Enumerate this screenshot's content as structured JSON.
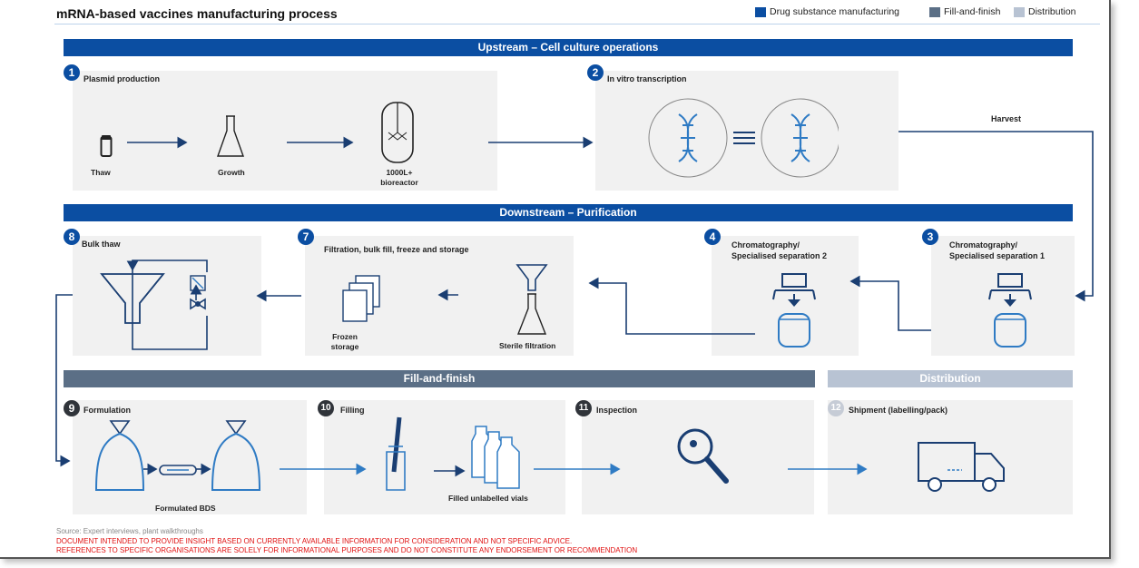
{
  "title": "mRNA-based vaccines manufacturing process",
  "legend": [
    {
      "label": "Drug substance manufacturing",
      "color": "#0b4ea2"
    },
    {
      "label": "Fill-and-finish",
      "color": "#5b6f86"
    },
    {
      "label": "Distribution",
      "color": "#b8c3d3"
    }
  ],
  "sections": {
    "upstream": "Upstream – Cell culture operations",
    "downstream": "Downstream – Purification",
    "fill_finish": "Fill-and-finish",
    "distribution": "Distribution"
  },
  "steps": {
    "s1": {
      "num": "1",
      "title": "Plasmid production",
      "items": [
        "Thaw",
        "Growth",
        "1000L+\nbioreactor"
      ]
    },
    "s2": {
      "num": "2",
      "title": "In vitro transcription"
    },
    "harvest": "Harvest",
    "s3": {
      "num": "3",
      "title": "Chromatography/\nSpecialised separation 1"
    },
    "s4": {
      "num": "4",
      "title": "Chromatography/\nSpecialised separation 2"
    },
    "s7": {
      "num": "7",
      "title": "Filtration, bulk fill, freeze and storage",
      "items": [
        "Frozen\nstorage",
        "Sterile filtration"
      ]
    },
    "s8": {
      "num": "8",
      "title": "Bulk thaw"
    },
    "s9": {
      "num": "9",
      "title": "Formulation",
      "items": [
        "Formulated BDS"
      ]
    },
    "s10": {
      "num": "10",
      "title": "Filling",
      "items": [
        "Filled unlabelled vials"
      ]
    },
    "s11": {
      "num": "11",
      "title": "Inspection"
    },
    "s12": {
      "num": "12",
      "title": "Shipment (labelling/pack)"
    }
  },
  "footer": {
    "source": "Source: Expert interviews, plant walkthroughs",
    "disclaimer1": "DOCUMENT INTENDED TO PROVIDE INSIGHT BASED ON CURRENTLY AVAILABLE INFORMATION FOR CONSIDERATION AND NOT SPECIFIC ADVICE.",
    "disclaimer2": "REFERENCES TO SPECIFIC ORGANISATIONS ARE SOLELY FOR INFORMATIONAL PURPOSES AND DO NOT CONSTITUTE ANY ENDORSEMENT OR RECOMMENDATION"
  }
}
